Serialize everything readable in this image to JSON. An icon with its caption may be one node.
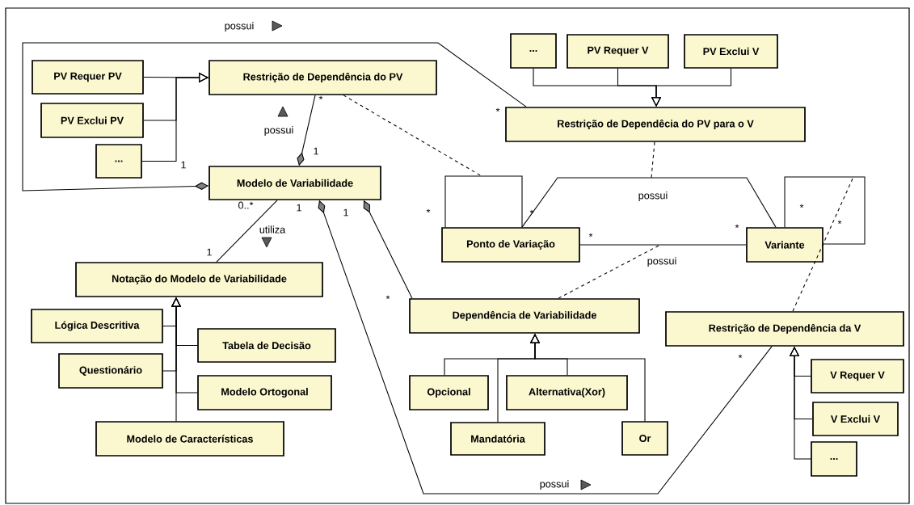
{
  "diagram": {
    "nodes": [
      {
        "text": [
          "PV Requer PV"
        ]
      },
      {
        "text": [
          "PV Exclui PV"
        ]
      },
      {
        "text": [
          "..."
        ]
      },
      {
        "text": [
          "Restrição de Dependência do PV"
        ]
      },
      {
        "text": [
          "Modelo de Variabilidade"
        ]
      },
      {
        "text": [
          "..."
        ]
      },
      {
        "text": [
          "PV Requer V"
        ]
      },
      {
        "text": [
          "PV Exclui V"
        ]
      },
      {
        "text": [
          "Restrição de Dependêcia do PV para o V"
        ]
      },
      {
        "text": [
          "Ponto de Variação"
        ]
      },
      {
        "text": [
          "Variante"
        ]
      },
      {
        "text": [
          "Notação do Modelo de Variabilidade"
        ]
      },
      {
        "text": [
          "Lógica Descritiva"
        ]
      },
      {
        "text": [
          "Tabela de Decisão"
        ]
      },
      {
        "text": [
          "Questionário"
        ]
      },
      {
        "text": [
          "Modelo Ortogonal"
        ]
      },
      {
        "text": [
          "Modelo de Características"
        ]
      },
      {
        "text": [
          "Dependência de Variabilidade"
        ]
      },
      {
        "text": [
          "Opcional"
        ]
      },
      {
        "text": [
          "Alternativa(Xor)"
        ]
      },
      {
        "text": [
          "Mandatória"
        ]
      },
      {
        "text": [
          "Or"
        ]
      },
      {
        "text": [
          "Restrição de Dependência da V"
        ]
      },
      {
        "text": [
          "V Requer V"
        ]
      },
      {
        "text": [
          "V Exclui V"
        ]
      },
      {
        "text": [
          "..."
        ]
      }
    ],
    "edges": [
      {
        "from": 0,
        "to": 3,
        "arrow": "to"
      },
      {
        "from": 1,
        "to": 3,
        "arrow": "to"
      },
      {
        "from": 2,
        "to": 3,
        "arrow": "to"
      },
      {
        "from": 4,
        "to": 3,
        "arrow": "other",
        "label": "possui"
      },
      {
        "from": 4,
        "to": 8,
        "arrow": "other",
        "label": "possui"
      },
      {
        "from": 4,
        "to": 11,
        "arrow": "none",
        "label": "utiliza"
      },
      {
        "from": 4,
        "to": 17,
        "arrow": "other"
      },
      {
        "from": 4,
        "to": 22,
        "arrow": "other",
        "label": "possui"
      },
      {
        "from": 5,
        "to": 8,
        "arrow": "to"
      },
      {
        "from": 6,
        "to": 8,
        "arrow": "to"
      },
      {
        "from": 7,
        "to": 8,
        "arrow": "to"
      },
      {
        "from": 9,
        "to": 10,
        "arrow": "none",
        "label": "possui"
      },
      {
        "from": 9,
        "to": 10,
        "arrow": "none",
        "label": "possui"
      },
      {
        "from": 9,
        "to": 9,
        "arrow": "none"
      },
      {
        "from": 10,
        "to": 10,
        "arrow": "none"
      },
      {
        "from": 12,
        "to": 11,
        "arrow": "to"
      },
      {
        "from": 13,
        "to": 11,
        "arrow": "to"
      },
      {
        "from": 14,
        "to": 11,
        "arrow": "to"
      },
      {
        "from": 15,
        "to": 11,
        "arrow": "to"
      },
      {
        "from": 16,
        "to": 11,
        "arrow": "to"
      },
      {
        "from": 18,
        "to": 17,
        "arrow": "to"
      },
      {
        "from": 20,
        "to": 17,
        "arrow": "to"
      },
      {
        "from": 19,
        "to": 17,
        "arrow": "to"
      },
      {
        "from": 21,
        "to": 17,
        "arrow": "to"
      },
      {
        "from": 23,
        "to": 22,
        "arrow": "to"
      },
      {
        "from": 24,
        "to": 22,
        "arrow": "to"
      },
      {
        "from": 25,
        "to": 22,
        "arrow": "to"
      },
      {
        "from": 3,
        "to": null,
        "arrow": "none",
        "style": "dashed"
      },
      {
        "from": 8,
        "to": null,
        "arrow": "none",
        "style": "dashed"
      },
      {
        "from": 17,
        "to": null,
        "arrow": "none",
        "style": "dashed"
      },
      {
        "from": 22,
        "to": null,
        "arrow": "none",
        "style": "dashed"
      }
    ],
    "labels": [
      "*",
      "1",
      "1",
      "*",
      "0..*",
      "1",
      "1",
      "1",
      "*",
      "*",
      "*",
      "*",
      "*",
      "*",
      "*",
      "*"
    ]
  }
}
